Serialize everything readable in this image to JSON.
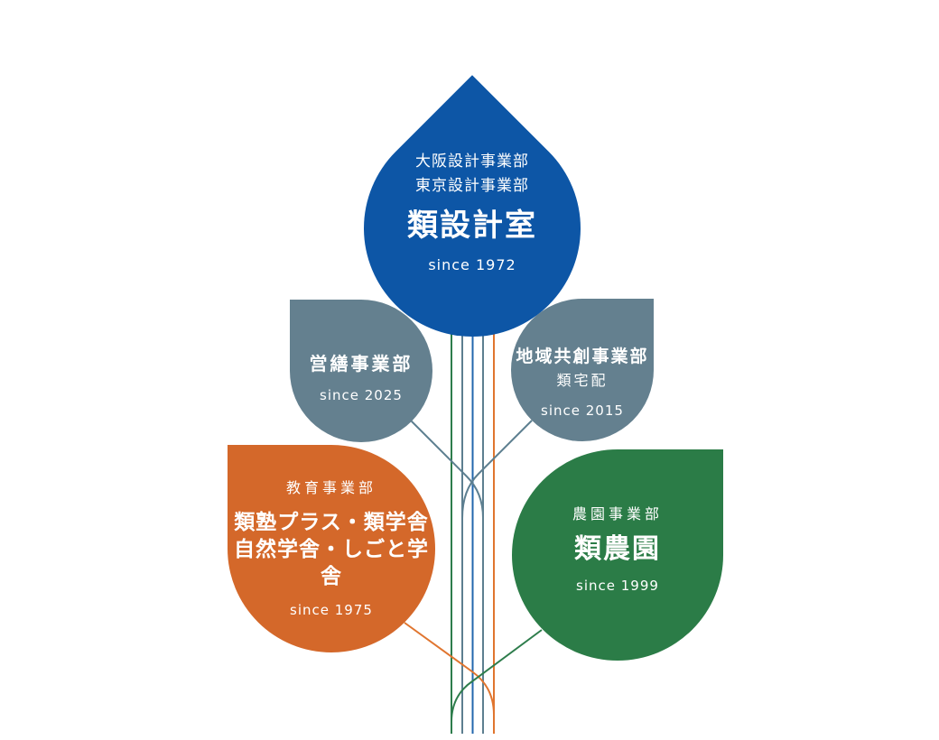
{
  "diagram_title": "group-business-tree",
  "colors": {
    "design-blue": "#0d56a6",
    "gray": "#64808f",
    "education-orange": "#d4682a",
    "farm-green": "#2b7c47",
    "stem-blue": "#2367ae",
    "stem-slate": "#5d7f90",
    "stem-green": "#2e7d4c",
    "stem-orange": "#e0752f"
  },
  "nodes": {
    "design": {
      "dept_line1": "大阪設計事業部",
      "dept_line2": "東京設計事業部",
      "title": "類設計室",
      "since": "since 1972"
    },
    "eizen": {
      "title": "営繕事業部",
      "since": "since 2025"
    },
    "chiiki": {
      "title": "地域共創事業部",
      "subtitle": "類宅配",
      "since": "since 2015"
    },
    "education": {
      "dept": "教育事業部",
      "title_line1": "類塾プラス・類学舎",
      "title_line2": "自然学舎・しごと学舎",
      "since": "since 1975"
    },
    "farm": {
      "dept": "農園事業部",
      "title": "類農園",
      "since": "since 1999"
    }
  }
}
